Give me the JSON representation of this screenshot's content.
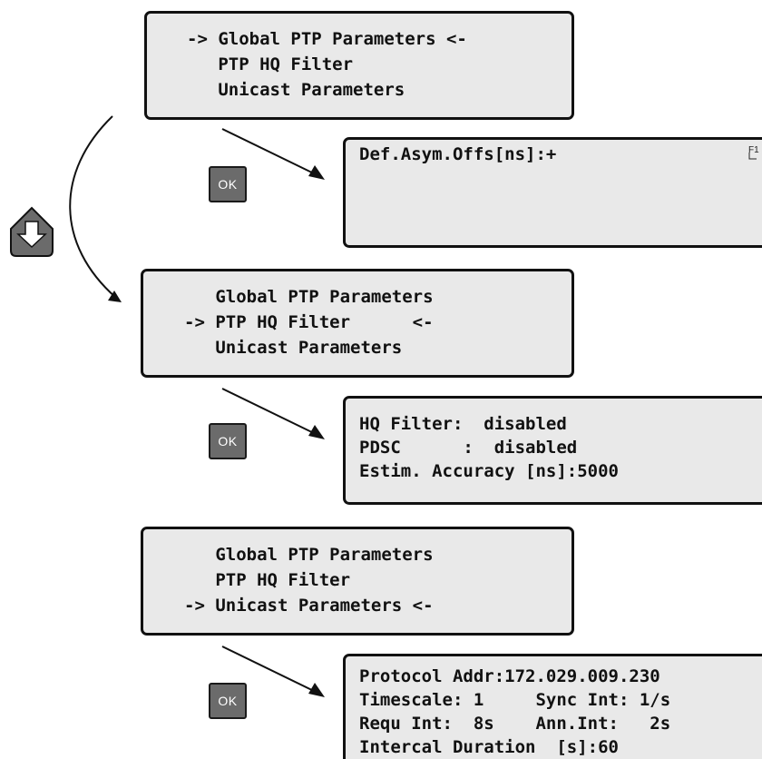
{
  "menu_screens": [
    {
      "lines": [
        "-> Global PTP Parameters <-",
        "   PTP HQ Filter",
        "   Unicast Parameters"
      ]
    },
    {
      "lines": [
        "   Global PTP Parameters",
        "-> PTP HQ Filter      <-",
        "   Unicast Parameters"
      ]
    },
    {
      "lines": [
        "   Global PTP Parameters",
        "   PTP HQ Filter",
        "-> Unicast Parameters <-"
      ]
    }
  ],
  "detail_screens": [
    {
      "lines": [
        "Def.Asym.Offs[ns]:+"
      ],
      "corner_label": "F1"
    },
    {
      "lines": [
        "HQ Filter:  disabled",
        "PDSC      :  disabled",
        "Estim. Accuracy [ns]:5000"
      ]
    },
    {
      "lines": [
        "Protocol Addr:172.029.009.230",
        "Timescale: 1     Sync Int: 1/s",
        "Requ Int:  8s    Ann.Int:   2s",
        "Intercal Duration  [s]:60"
      ]
    }
  ],
  "ok_buttons": [
    "OK",
    "OK",
    "OK"
  ],
  "icons": {
    "down_key": "down-arrow-key-icon",
    "step_arrow": "curved-arrow-icon",
    "ok_arrow": "diagonal-arrow-icon"
  }
}
